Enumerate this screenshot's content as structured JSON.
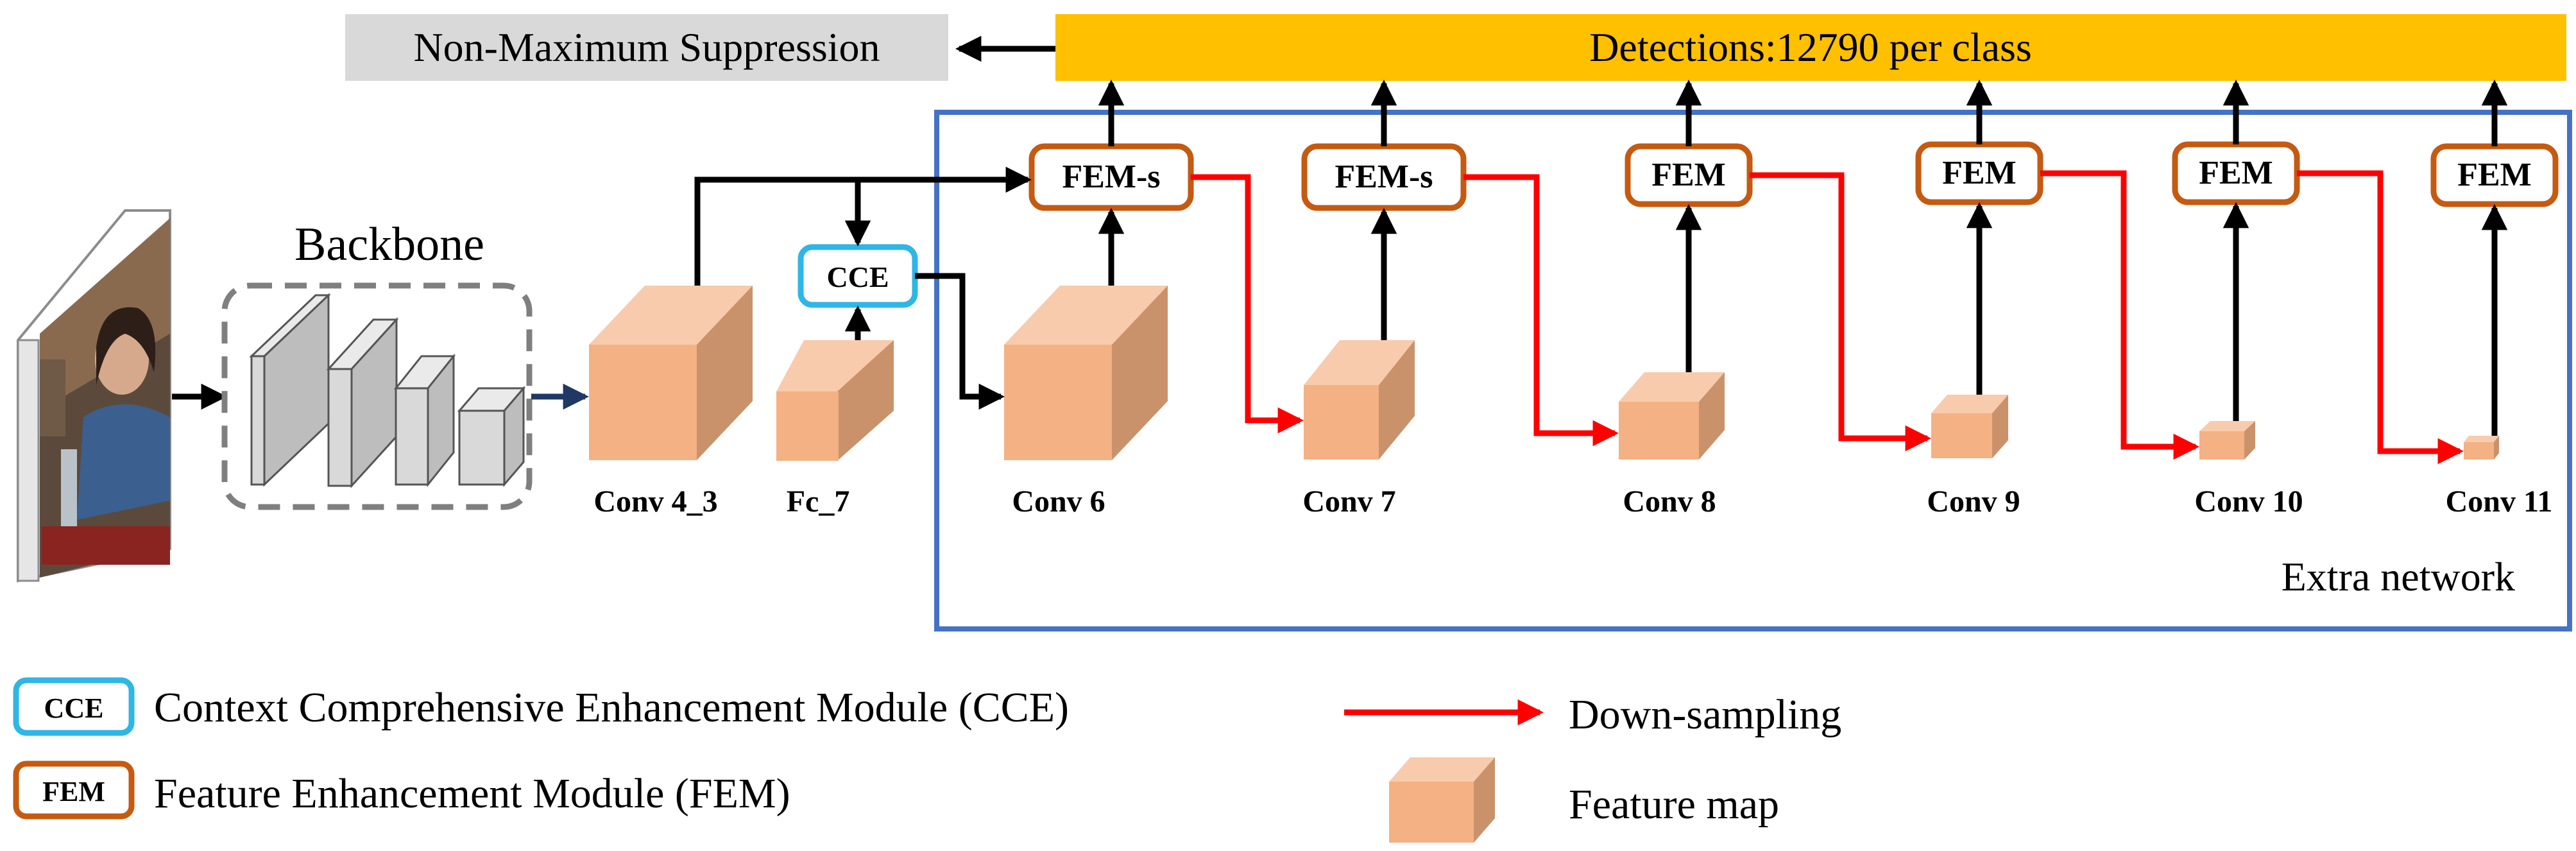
{
  "nms": {
    "label": "Non-Maximum Suppression"
  },
  "detections": {
    "label": "Detections:12790 per class"
  },
  "backbone": {
    "title": "Backbone"
  },
  "extra": {
    "label": "Extra network"
  },
  "modules": {
    "cce": "CCE",
    "fem_s_1": "FEM-s",
    "fem_s_2": "FEM-s",
    "fem_1": "FEM",
    "fem_2": "FEM",
    "fem_3": "FEM",
    "fem_4": "FEM"
  },
  "layers": {
    "conv4_3": "Conv 4_3",
    "fc7": "Fc_7",
    "conv6": "Conv 6",
    "conv7": "Conv 7",
    "conv8": "Conv 8",
    "conv9": "Conv 9",
    "conv10": "Conv 10",
    "conv11": "Conv 11"
  },
  "legend": {
    "cce_box": "CCE",
    "cce_text": "Context Comprehensive Enhancement Module (CCE)",
    "fem_box": "FEM",
    "fem_text": "Feature Enhancement Module (FEM)",
    "downsampling": "Down-sampling",
    "feature_map": "Feature map"
  },
  "colors": {
    "detections_fill": "#FFC000",
    "nms_fill": "#D9D9D9",
    "extra_border": "#4472C4",
    "cce_border": "#2EB6E6",
    "fem_border": "#C55A11",
    "cube_front": "#F4B183",
    "cube_top": "#F8CBAD",
    "cube_side": "#C9926A",
    "downsample_arrow": "#FF0000",
    "backbone_border": "#7F7F7F"
  }
}
